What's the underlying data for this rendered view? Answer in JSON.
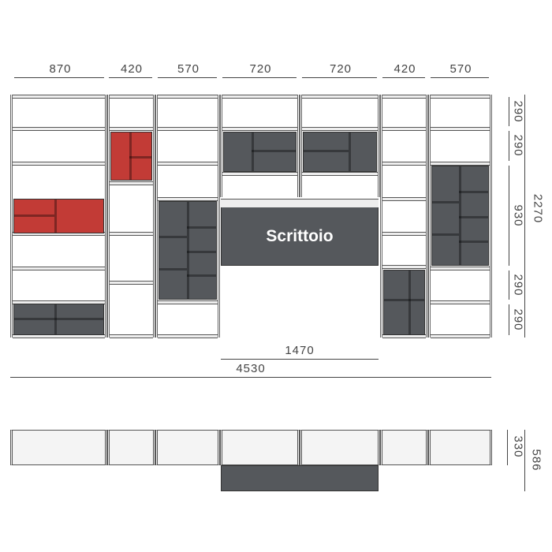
{
  "title": "Bookcase composition with Scrittoio",
  "widths": [
    "870",
    "420",
    "570",
    "720",
    "720",
    "420",
    "570"
  ],
  "heights": [
    "290",
    "290",
    "930",
    "290",
    "290"
  ],
  "total_height": "2270",
  "desk_label": "Scrittoio",
  "desk_width": "1470",
  "total_width": "4530",
  "plan_depth": "330",
  "plan_depth_with_desk": "586",
  "colors": {
    "dark": "#55585c",
    "red": "#c23b36"
  }
}
